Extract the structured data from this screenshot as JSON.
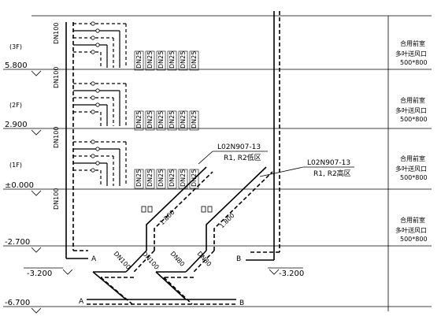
{
  "floors": [
    {
      "label": "(3F)",
      "elevation": "5.800"
    },
    {
      "label": "(2F)",
      "elevation": "2.900"
    },
    {
      "label": "(1F)",
      "elevation": "±0.000"
    }
  ],
  "elevations": {
    "basement": "-2.700",
    "floor_left": "-3.200",
    "floor_right": "-3.200",
    "bottom": "-6.700"
  },
  "riser_label": "DN100",
  "branch_label": "DN25",
  "pipe_labels": {
    "dn100_a": "DN100",
    "dn100_b": "DN100",
    "dn80_a": "DN80",
    "dn80_b": "DN80",
    "dim_left": "1.800",
    "dim_right": "1.800"
  },
  "references": [
    {
      "code": "L02N907-13",
      "zone": "R1, R2低区"
    },
    {
      "code": "L02N907-13",
      "zone": "R1, R2高区"
    }
  ],
  "points": {
    "a_top": "A",
    "b_top": "B",
    "a_bottom": "A",
    "b_bottom": "B"
  },
  "right_notes": [
    {
      "title": "合用前室",
      "sub": "多叶送风口",
      "size": "500*800"
    },
    {
      "title": "合用前室",
      "sub": "多叶送风口",
      "size": "500*800"
    },
    {
      "title": "合用前室",
      "sub": "多叶送风口",
      "size": "500*800"
    },
    {
      "title": "合用前室",
      "sub": "多叶送风口",
      "size": "500*800"
    }
  ]
}
